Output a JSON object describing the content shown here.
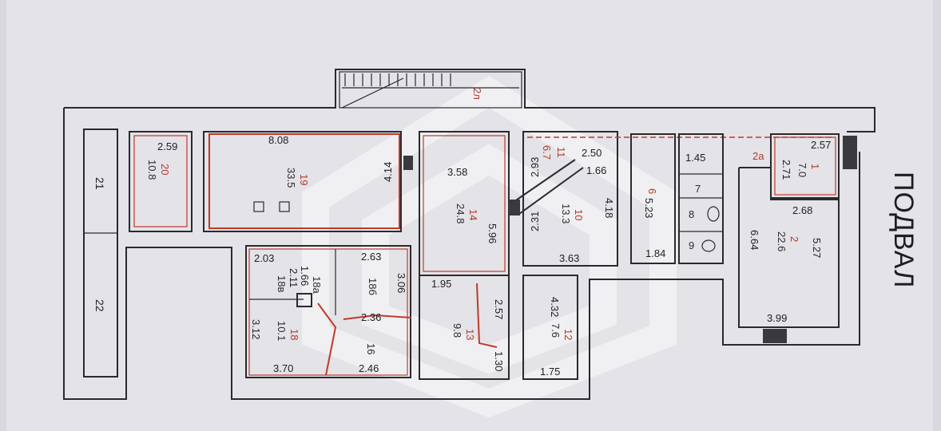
{
  "floor_title": "ПОДВАЛ",
  "dimensions": {
    "d_259": "2.59",
    "d_808": "8.08",
    "d_414": "4.14",
    "d_358": "3.58",
    "d_596": "5.96",
    "d_293": "2.93",
    "d_250": "2.50",
    "d_166a": "1.66",
    "d_231": "2.31",
    "d_418": "4.18",
    "d_363": "3.63",
    "d_145": "1.45",
    "d_523": "5.23",
    "d_184": "1.84",
    "d_257": "2.57",
    "d_271": "2.71",
    "d_268": "2.68",
    "d_664": "6.64",
    "d_527": "5.27",
    "d_399": "3.99",
    "d_203": "2.03",
    "d_166b": "1.66",
    "d_211": "2.11",
    "d_263": "2.63",
    "d_306": "3.06",
    "d_236": "2.36",
    "d_312": "3.12",
    "d_370": "3.70",
    "d_246": "2.46",
    "d_195": "1.95",
    "d_257b": "2.57",
    "d_130": "1.30",
    "d_432": "4.32",
    "d_175": "1.75"
  },
  "rooms": {
    "r20": {
      "num": "20",
      "area": "10.8"
    },
    "r19": {
      "num": "19",
      "area": "33.5"
    },
    "r14": {
      "num": "14",
      "area": "24.8"
    },
    "r10": {
      "num": "10",
      "area": "13.3"
    },
    "r11": {
      "num": "11"
    },
    "r_67": {
      "num": "6.7"
    },
    "r6": {
      "num": "6"
    },
    "r7": {
      "num": "7"
    },
    "r8": {
      "num": "8"
    },
    "r9": {
      "num": "9"
    },
    "r2a": {
      "num": "2a"
    },
    "r1": {
      "num": "1",
      "area": "7.0"
    },
    "r2": {
      "num": "2",
      "area": "22.6"
    },
    "r18v": {
      "num": "18в"
    },
    "r18a": {
      "num": "18а"
    },
    "r18b": {
      "num": "18б"
    },
    "r18": {
      "num": "18",
      "area": "10.1"
    },
    "r16": {
      "num": "16"
    },
    "r13": {
      "num": "13",
      "area": "9.8"
    },
    "r12": {
      "num": "12",
      "area": "7.6"
    },
    "r21": {
      "num": "21"
    },
    "r22": {
      "num": "22"
    },
    "r2l": {
      "num": "2л"
    }
  }
}
